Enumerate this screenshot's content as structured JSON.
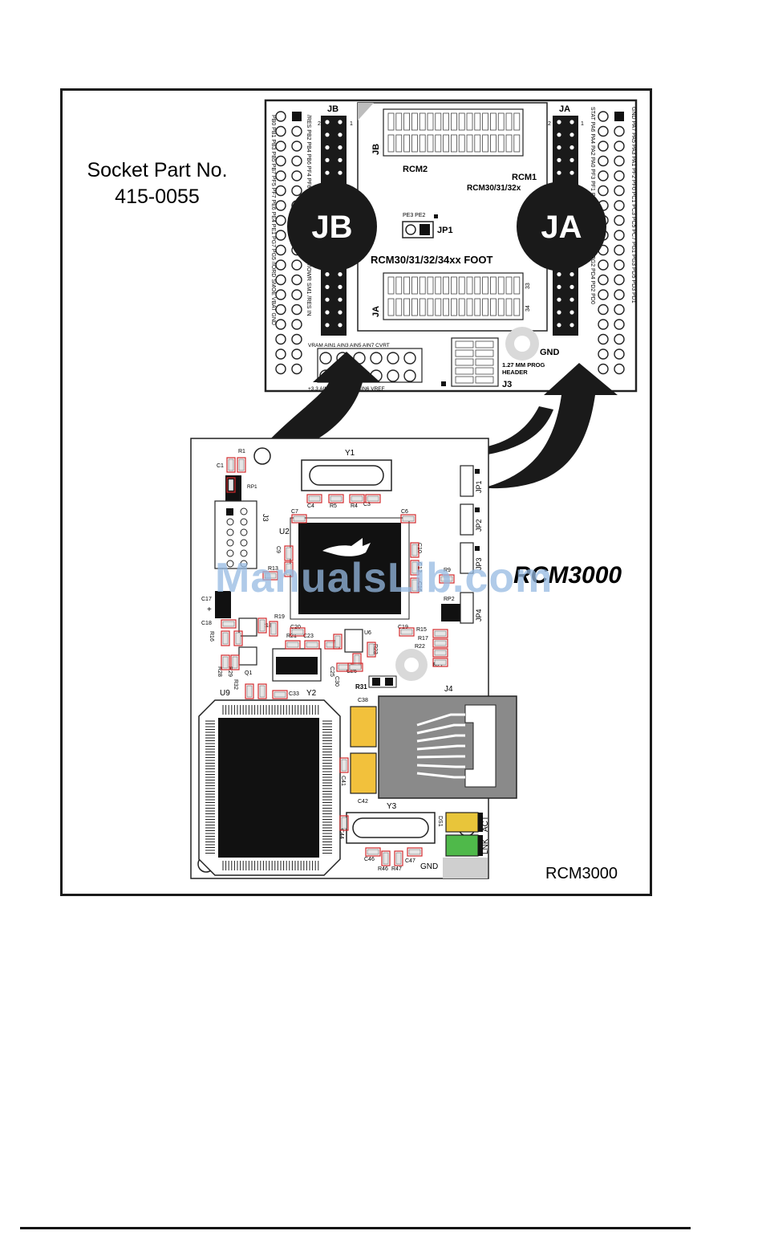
{
  "socket_label": {
    "line1": "Socket Part No.",
    "line2": "415-0055"
  },
  "module_title": "RCM3000",
  "module_caption": "RCM3000",
  "watermark": "ManualsLib.com",
  "callouts": {
    "jb": "JB",
    "ja": "JA"
  },
  "prototype_board": {
    "header_jb": "JB",
    "header_ja": "JA",
    "rcm2": "RCM2",
    "rcm1": "RCM1",
    "rcm_models": "RCM30/31/32x",
    "footprint": "RCM30/31/32/34xx FOOT",
    "jumper_pins": "PE3  PE2",
    "jumper": "JP1",
    "gnd": "GND",
    "prog_header_l1": "1.27 MM PROG",
    "prog_header_l2": "HEADER",
    "j3": "J3",
    "ain_top": "VRAM  AIN1  AIN3  AIN5  AIN7  CVRT",
    "ain_bottom": "+3.3  AIN0  AIN2  AIN4  AIN6  VREF",
    "left_col_pins": "PB0 PB1 PB3 PB5 PB7 PF5 PF7 PE6 PE4 PE1 PG7 PG5 /IORD SMOE VBAT GND",
    "left_col2_pins": "/RES PB2 PB4 PB6 PF4 PF6 PE7 PE5 PE3 PE0 PG6 PG4 /IOWR SM1 /RES IN",
    "right_col_pins": "STAT PA6 PA4 PA2 PA0 PF3 PF1 PC0 PC2 PC4 PC6 PG0 PG2 PD4 PD2 PD0",
    "right_col2_pins": "GND PA7 PA5 PA3 PA1 PF2 PF0 PC1 PC3 PC5 PC7 PG1 PG3 PD5 PD3 PD1",
    "pin_1": "1",
    "pin_2": "2",
    "pin_33": "33",
    "pin_34": "34"
  },
  "module": {
    "y1": "Y1",
    "y2": "Y2",
    "y3": "Y3",
    "u2": "U2",
    "u6": "U6",
    "u9": "U9",
    "j3": "J3",
    "j4": "J4",
    "jp1": "JP1",
    "jp2": "JP2",
    "jp3": "JP3",
    "jp4": "JP4",
    "rp1": "RP1",
    "rp2": "RP2",
    "q1": "Q1",
    "r1": "R1",
    "c1": "C1",
    "c4": "C4",
    "r5": "R5",
    "r4": "R4",
    "c3": "C3",
    "c7": "C7",
    "c6": "C6",
    "c9": "C9",
    "c10": "C10",
    "c12": "C12",
    "c16": "C16",
    "r13": "R13",
    "r9": "R9",
    "c17": "C17",
    "c18": "C18",
    "r16": "R16",
    "r18": "R18",
    "r19": "R19",
    "c20": "C20",
    "c19": "C19",
    "r21": "R21",
    "c23": "C23",
    "r23": "R23",
    "r15": "R15",
    "r17": "R17",
    "r22": "R22",
    "r27": "R27",
    "r28": "R28",
    "r29": "R29",
    "r32": "R32",
    "c25": "C25",
    "c26": "C26",
    "c30": "C30",
    "c33": "C33",
    "r31": "R31",
    "c38": "C38",
    "c41": "C41",
    "c42": "C42",
    "c44": "C44",
    "c46": "C46",
    "r46": "R46",
    "r47": "R47",
    "c47": "C47",
    "gnd": "GND",
    "ds1": "DS1",
    "act": "ACT",
    "lnk": "LNK"
  },
  "colors": {
    "led_act": "#e8c53a",
    "led_lnk": "#4fb94a",
    "cap_yellow": "#f2c13c",
    "jack_gray": "#8a8a8a",
    "pad_red": "#d0292b",
    "chip_black": "#111111"
  }
}
